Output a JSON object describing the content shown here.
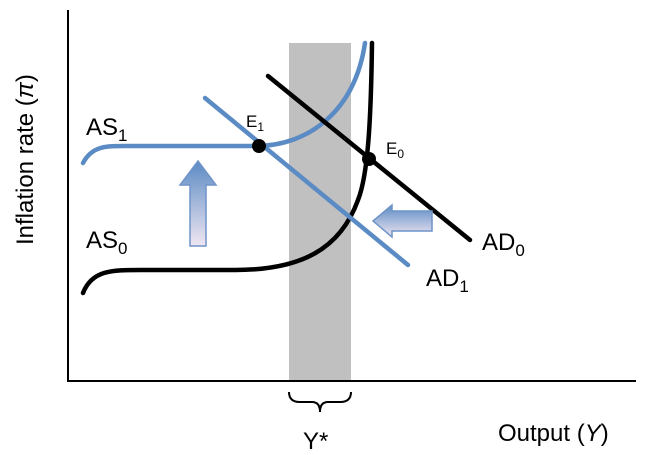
{
  "y_axis": {
    "label": "Inflation rate (",
    "symbol": "π",
    "close": ")"
  },
  "x_axis": {
    "label": "Output (",
    "symbol": "Y",
    "close": ")"
  },
  "potential_output": {
    "label": "Y*"
  },
  "curves": {
    "as1": {
      "base": "AS",
      "subscript": "1",
      "color": "#5b8bc4"
    },
    "as0": {
      "base": "AS",
      "subscript": "0",
      "color": "#000000"
    },
    "ad0": {
      "base": "AD",
      "subscript": "0",
      "color": "#000000"
    },
    "ad1": {
      "base": "AD",
      "subscript": "1",
      "color": "#5b8bc4"
    }
  },
  "points": {
    "e1": {
      "base": "E",
      "subscript": "1"
    },
    "e0": {
      "base": "E",
      "subscript": "0"
    }
  },
  "colors": {
    "band": "#c0c0c0",
    "arrow_top": "#5b8bc4",
    "arrow_bottom": "#efe6f2",
    "arrow_stroke": "#6f94c8"
  },
  "arrows": [
    {
      "name": "as-shift-up-arrow",
      "direction": "up"
    },
    {
      "name": "ad-shift-left-arrow",
      "direction": "left"
    }
  ]
}
